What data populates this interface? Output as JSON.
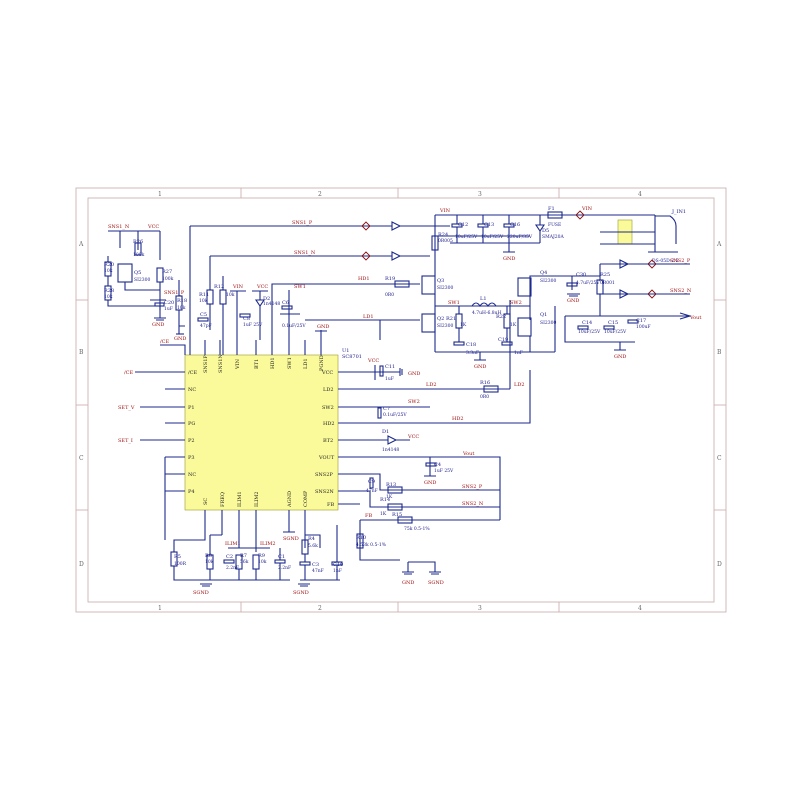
{
  "frame": {
    "cols_top": [
      "1",
      "2",
      "3",
      "4"
    ],
    "cols_bottom": [
      "1",
      "2",
      "3",
      "4"
    ],
    "rows_left": [
      "A",
      "B",
      "C",
      "D"
    ],
    "rows_right": [
      "A",
      "B",
      "C",
      "D"
    ]
  },
  "ic": {
    "ref": "U1",
    "part": "SC8701",
    "left_pins": [
      "/CE",
      "NC",
      "P1",
      "PG",
      "P2",
      "P3",
      "NC",
      "P4"
    ],
    "top_pins": [
      "SNS1P",
      "SNS1N",
      "VIN",
      "BT1",
      "HD1",
      "SW1",
      "LD1",
      "PGND"
    ],
    "right_pins": [
      "VCC",
      "LD2",
      "SW2",
      "HD2",
      "BT2",
      "VOUT",
      "SNS2P",
      "SNS2N",
      "FB"
    ],
    "bottom_pins": [
      "SC",
      "FREQ",
      "ILIM1",
      "ILIM2",
      "AGND",
      "COMP"
    ]
  },
  "nets": {
    "sns1_n": "SNS1_N",
    "sns1_p": "SNS1_P",
    "sns2_p": "SNS2_P",
    "sns2_n": "SNS2_N",
    "vcc": "VCC",
    "vin": "VIN",
    "gnd": "GND",
    "sgnd": "SGND",
    "hd1": "HD1",
    "ld1": "LD1",
    "ld2": "LD2",
    "hd2": "HD2",
    "sw1": "SW1",
    "sw2": "SW2",
    "ce": "/CE",
    "set_v": "SET_V",
    "set_i": "SET_I",
    "vout": "Vout",
    "fb": "FB",
    "ilim1": "ILIM1",
    "ilim2": "ILIM2"
  },
  "components": {
    "q5": {
      "ref": "Q5",
      "part": "SI2300"
    },
    "q3": {
      "ref": "Q3",
      "part": "SI2300"
    },
    "q2": {
      "ref": "Q2",
      "part": "SI2300"
    },
    "q4": {
      "ref": "Q4",
      "part": "SI2300"
    },
    "q1": {
      "ref": "Q1",
      "part": "SI2300"
    },
    "r26": {
      "ref": "R26",
      "val": "100k"
    },
    "r20": {
      "ref": "R20",
      "val": "10k"
    },
    "r28": {
      "ref": "R28",
      "val": "10k"
    },
    "r27": {
      "ref": "R27",
      "val": "100k"
    },
    "r18": {
      "ref": "R18",
      "val": "10k"
    },
    "r11": {
      "ref": "R11",
      "val": "10k"
    },
    "r12": {
      "ref": "R12",
      "val": "10k"
    },
    "c20": {
      "ref": "C20",
      "val": "1uF"
    },
    "c5": {
      "ref": "C5",
      "val": "47pF"
    },
    "c8": {
      "ref": "C8",
      "val": "1uF 25V"
    },
    "c6": {
      "ref": "C6",
      "val": "0.1uF/25V"
    },
    "d2": {
      "ref": "D2",
      "val": "1n4148"
    },
    "r24": {
      "ref": "R24",
      "val": "0R005"
    },
    "c12": {
      "ref": "C12",
      "val": "10uF/25V"
    },
    "c13": {
      "ref": "C13",
      "val": "10uF/25V"
    },
    "c16": {
      "ref": "C16",
      "val": "220uF/35V"
    },
    "d5": {
      "ref": "D5",
      "val": "SMAJ20A"
    },
    "f1": {
      "ref": "F1",
      "val": "FUSE"
    },
    "j1": {
      "ref": "J_IN1"
    },
    "connector": {
      "val": "DS-05D-2.5"
    },
    "r19": {
      "ref": "R19",
      "val": "0R0"
    },
    "l1": {
      "ref": "L1",
      "val": "4.7uH-6.8uH"
    },
    "r21": {
      "ref": "R21",
      "val": "1K"
    },
    "r22": {
      "ref": "R22",
      "val": "1K"
    },
    "c18": {
      "ref": "C18",
      "val": "3.3nF"
    },
    "c19": {
      "ref": "C19",
      "val": "1nF"
    },
    "c30": {
      "ref": "C30",
      "val": "4.7uF/25V"
    },
    "r25": {
      "ref": "R25",
      "val": "0R001"
    },
    "c14": {
      "ref": "C14",
      "val": "10uF/25V"
    },
    "c15": {
      "ref": "C15",
      "val": "10uF/25V"
    },
    "c17": {
      "ref": "C17",
      "val": "100uF"
    },
    "c11": {
      "ref": "C11",
      "val": "1uF"
    },
    "r16": {
      "ref": "R16",
      "val": "0R0"
    },
    "c7": {
      "ref": "C7",
      "val": "0.1uF/25V"
    },
    "d1": {
      "ref": "D1",
      "val": "1n4148"
    },
    "c4": {
      "ref": "C4",
      "val": "1uF 25V"
    },
    "c9": {
      "ref": "C9",
      "val": "47nF"
    },
    "r13": {
      "ref": "R13",
      "val": "1K"
    },
    "r14": {
      "ref": "R14",
      "val": "1K"
    },
    "r15": {
      "ref": "R15",
      "val": "75k 0.5-1%"
    },
    "r10": {
      "ref": "R10",
      "val": "4.53k 0.5-1%"
    },
    "r5": {
      "ref": "R5",
      "val": "100R"
    },
    "r8": {
      "ref": "R8",
      "val": "10k"
    },
    "r7": {
      "ref": "R7",
      "val": "56k"
    },
    "r9": {
      "ref": "R9",
      "val": "10k"
    },
    "c2": {
      "ref": "C2",
      "val": "2.2nF"
    },
    "c1": {
      "ref": "C1",
      "val": "2.2nF"
    },
    "r4": {
      "ref": "R4",
      "val": "5.6k"
    },
    "c3": {
      "ref": "C3",
      "val": "47nF"
    },
    "c10": {
      "ref": "C10",
      "val": "1nF"
    }
  }
}
